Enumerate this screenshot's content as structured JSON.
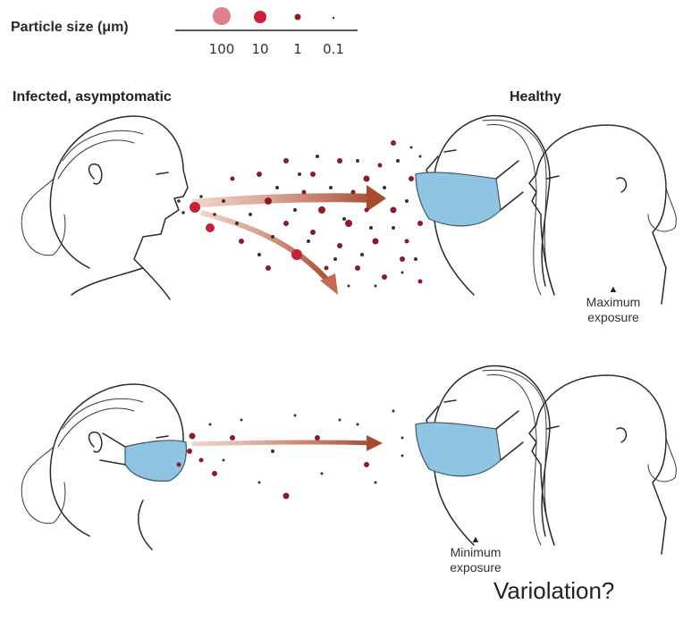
{
  "legend": {
    "title": "Particle size (μm)",
    "ticks": [
      {
        "label": "100",
        "color": "#e07f8c"
      },
      {
        "label": "10",
        "color": "#c8203b"
      },
      {
        "label": "1",
        "color": "#8c1a2c"
      },
      {
        "label": "0.1",
        "color": "#333333"
      }
    ]
  },
  "labels": {
    "source": "Infected, asymptomatic",
    "target": "Healthy",
    "max_exposure": "Maximum exposure",
    "min_exposure": "Minimum exposure",
    "caption": "Variolation?"
  },
  "colors": {
    "droplet": "#8c1a2c",
    "arrow": "#b2563c",
    "mask": "#8fc4e3"
  }
}
